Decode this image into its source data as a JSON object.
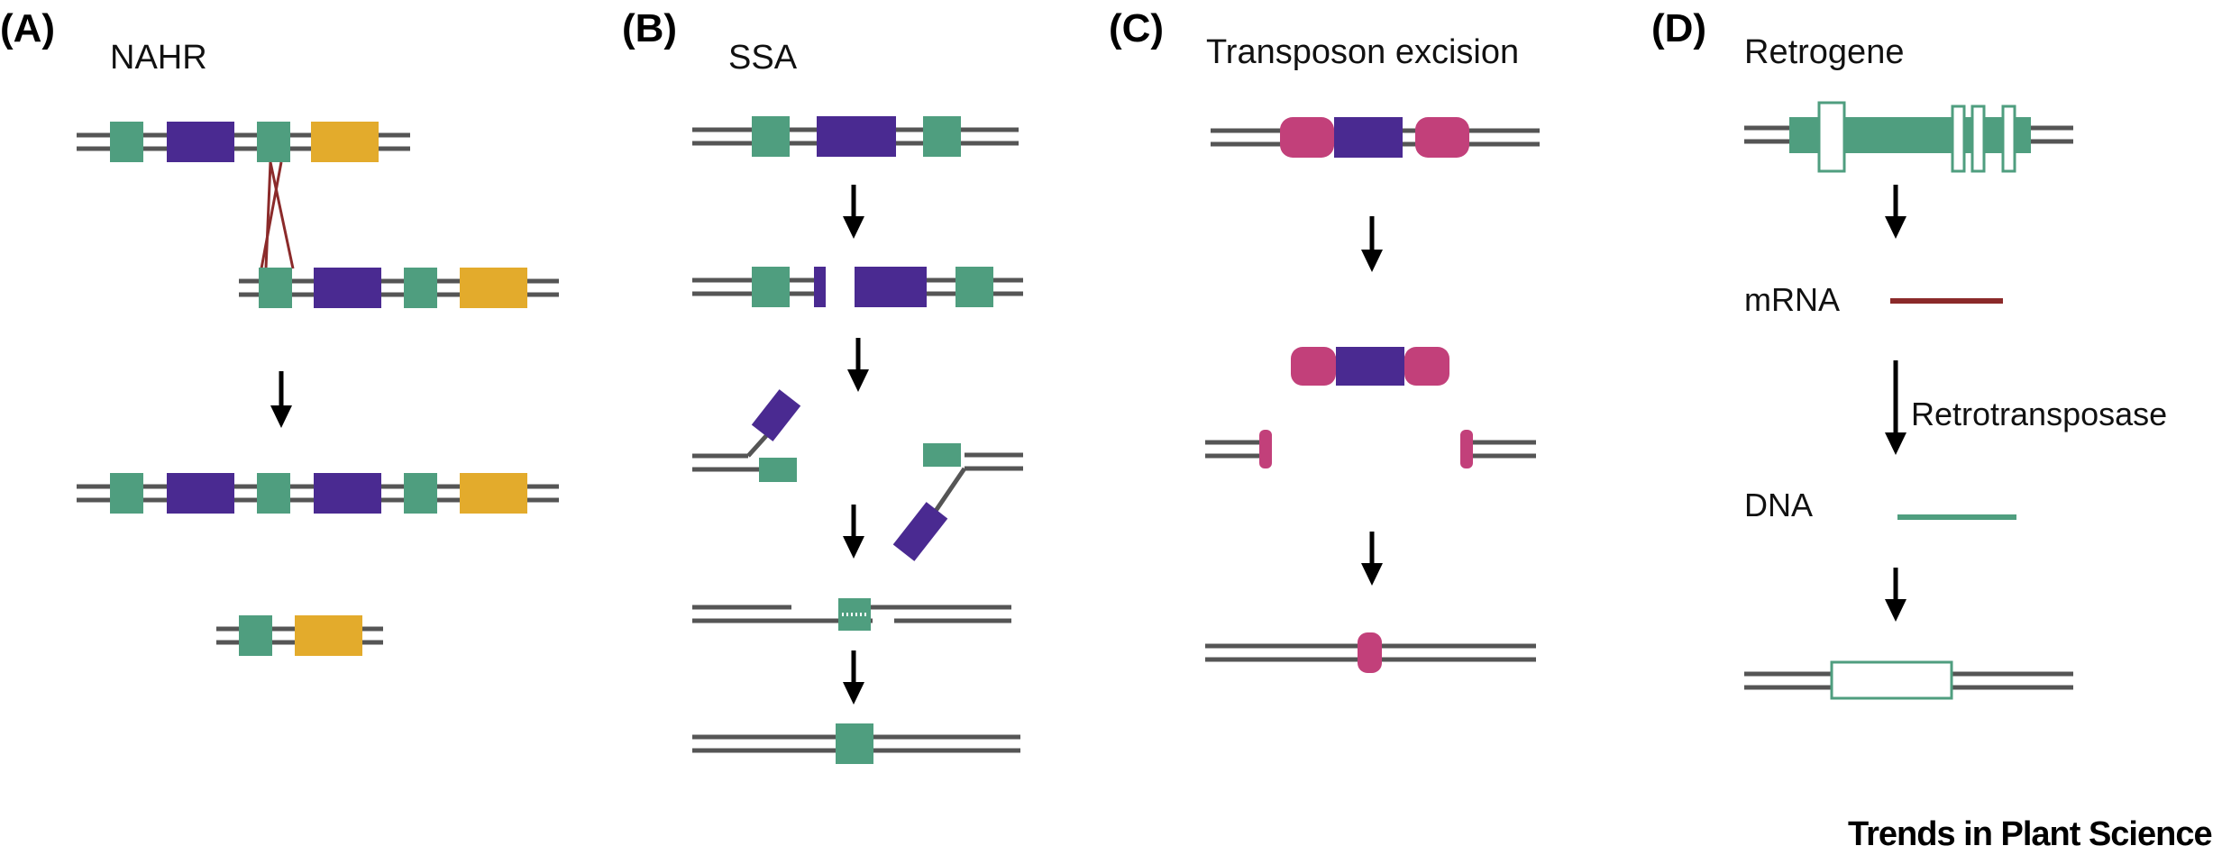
{
  "colors": {
    "dna_line": "#555555",
    "repeat_green": "#4f9e7f",
    "gene_purple": "#4a2a91",
    "gene_yellow": "#e3ab2c",
    "transposon_pink": "#c2407a",
    "crossover_red": "#8b2a2a",
    "mrna_red": "#8b2a2a",
    "dna_green": "#4f9e7f",
    "arrow": "#000000"
  },
  "panels": {
    "a": {
      "letter": "(A)",
      "title": "NAHR"
    },
    "b": {
      "letter": "(B)",
      "title": "SSA"
    },
    "c": {
      "letter": "(C)",
      "title": "Transposon excision"
    },
    "d": {
      "letter": "(D)",
      "title": "Retrogene",
      "mrna_label": "mRNA",
      "enzyme_label": "Retrotransposase",
      "dna_label": "DNA"
    }
  },
  "footer": {
    "journal": "Trends in Plant Science"
  }
}
